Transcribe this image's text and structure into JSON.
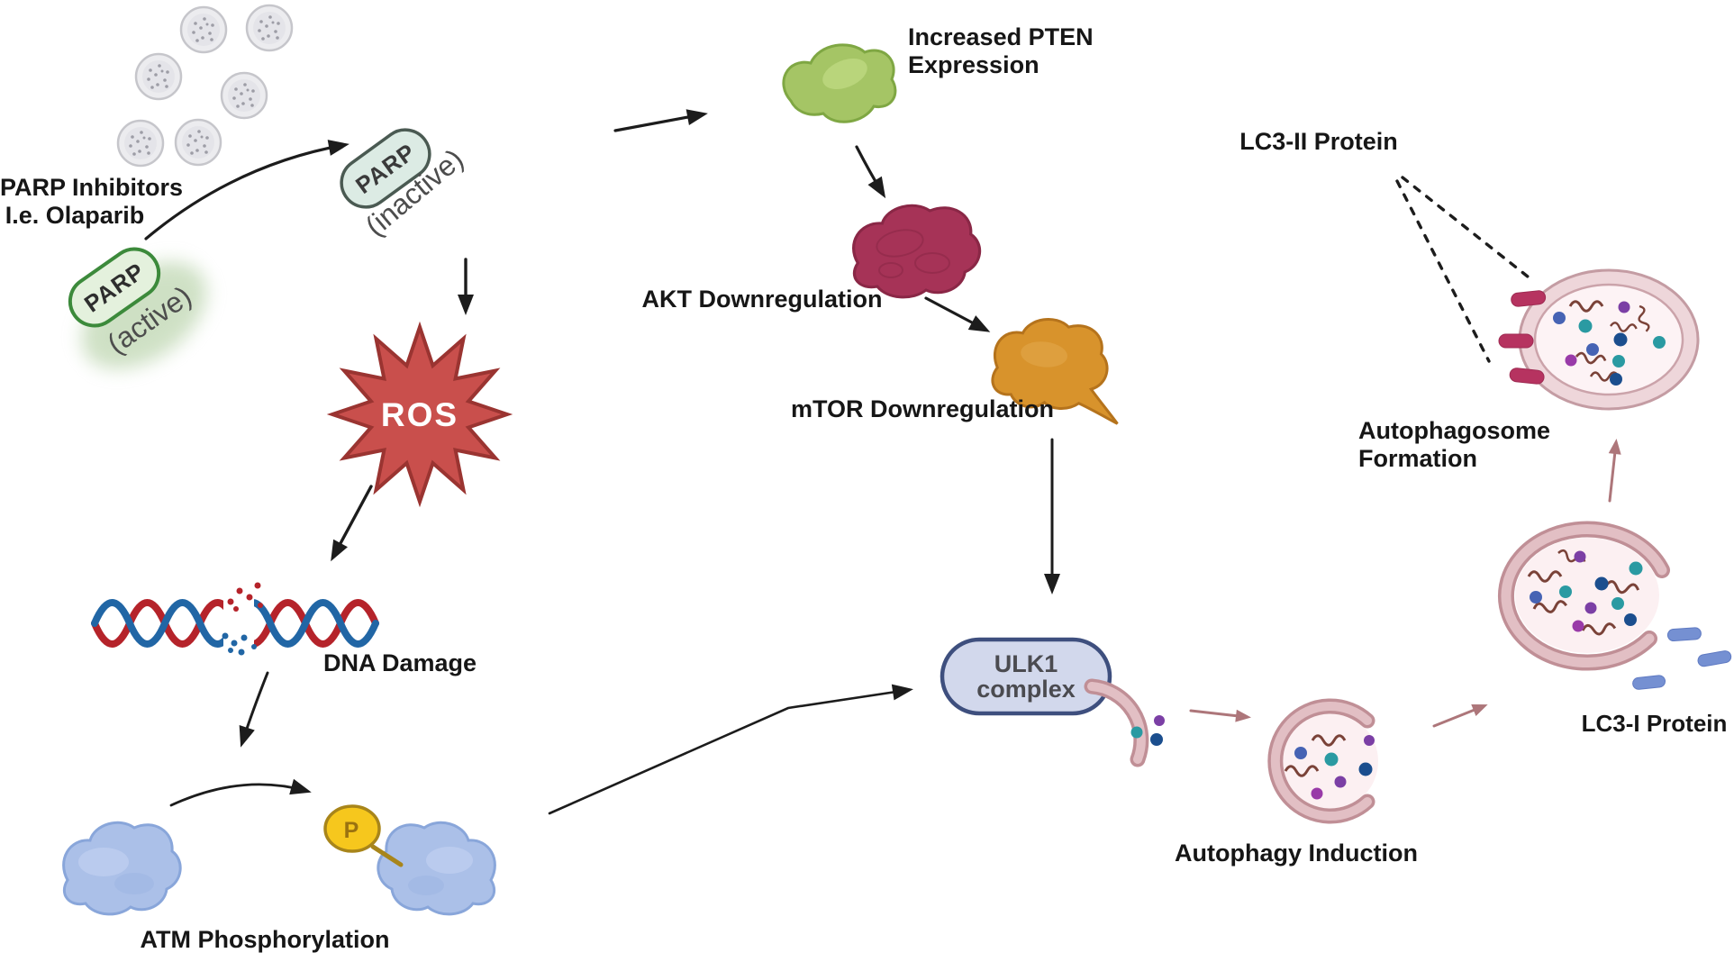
{
  "figure": {
    "nodes": {
      "parp_inhibitors": {
        "line1": "PARP Inhibitors",
        "line2": "I.e. Olaparib"
      },
      "parp_active": {
        "pill": "PARP",
        "state": "(active)"
      },
      "parp_inactive": {
        "pill": "PARP",
        "state": "(inactive)"
      },
      "ros": {
        "label": "ROS"
      },
      "pten": {
        "line1": "Increased PTEN",
        "line2": "Expression"
      },
      "akt": {
        "label": "AKT Downregulation"
      },
      "mtor": {
        "label": "mTOR Downregulation"
      },
      "dna_damage": {
        "label": "DNA Damage"
      },
      "atm": {
        "label": "ATM Phosphorylation",
        "phosphate": "P"
      },
      "ulk1": {
        "line1": "ULK1",
        "line2": "complex"
      },
      "autophagy_induction": {
        "label": "Autophagy Induction"
      },
      "lc3_i": {
        "label": "LC3-I Protein"
      },
      "lc3_ii": {
        "label": "LC3-II Protein"
      },
      "autophagosome": {
        "line1": "Autophagosome",
        "line2": "Formation"
      }
    },
    "colors": {
      "ros": "#c94f4c",
      "pten": "#a5c565",
      "akt": "#a63357",
      "mtor": "#d8932c",
      "atm": "#abc0e8",
      "phosphate": "#f6c71d",
      "ulk1_fill": "#d2d8ec",
      "lc3ii_crimson": "#b63360",
      "lc3i_blue": "#7590d2",
      "dna_red": "#b5232a",
      "dna_blue": "#2166a5",
      "parp_active_ring": "#3c8a3b",
      "membrane_pink": "#c08f96",
      "pink_arrow": "#ad767a"
    }
  }
}
